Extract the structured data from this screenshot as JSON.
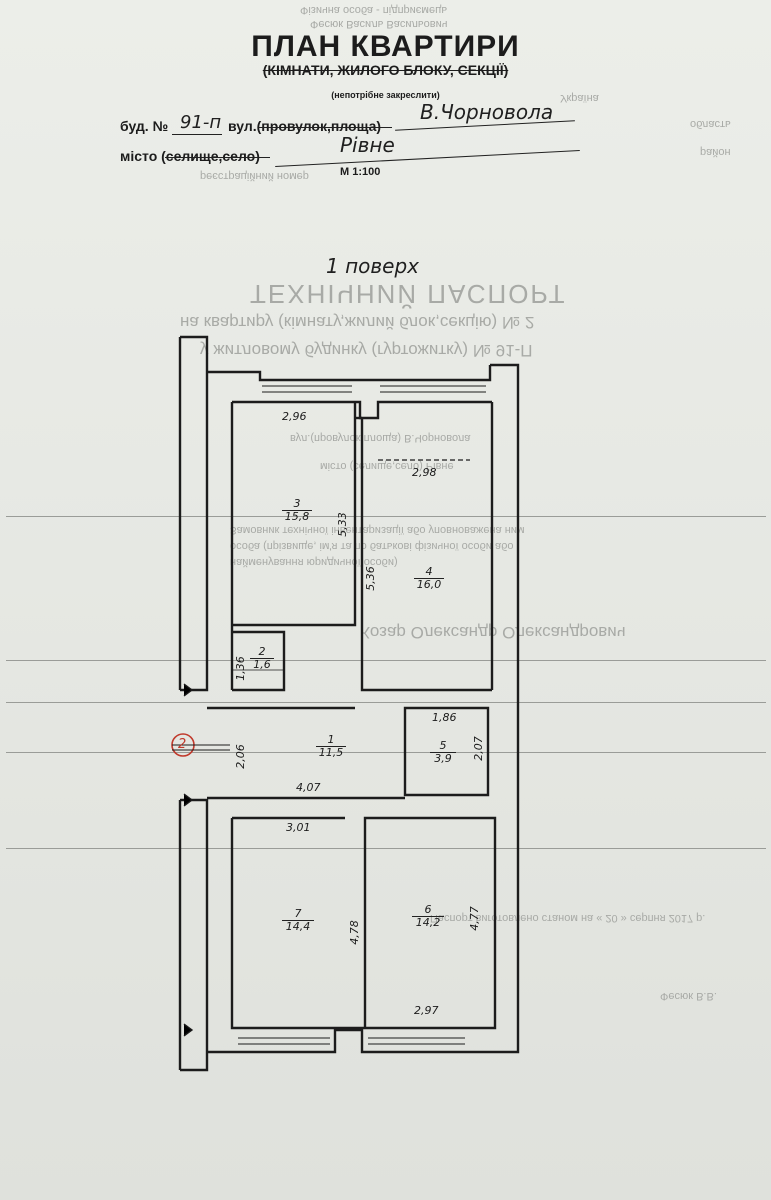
{
  "header": {
    "ghost_top_1": "Фізична особа - підприємець",
    "ghost_top_2": "Фесюк Василь Васильович",
    "title": "ПЛАН КВАРТИРИ",
    "subtitle": "(КІМНАТИ, ЖИЛОГО БЛОКУ, СЕКЦІЇ)",
    "note": "(непотрібне закреслити)",
    "bud_label": "буд. №",
    "bud_value": "91-п",
    "street_label": "вул.(провулок,площа)",
    "street_value": "В.Чорновола",
    "city_label": "місто (селище,село)",
    "city_value": "Рівне",
    "scale": "М 1:100",
    "ghost_right_1": "Україна",
    "ghost_right_2": "область",
    "ghost_right_3": "район",
    "ghost_reg": "реєстраційний номер"
  },
  "floor_label": "1 поверх",
  "ghost_passport": {
    "title": "ТЕХНІЧНИЙ ПАСПОРТ",
    "line1": "на квартиру (кімнату,жилий блок,секцію) № 2",
    "line2": "у житловому будинку (гуртожитку) № 91-П",
    "street": "вул.(провулок,площа)  В.Чорновола",
    "city": "місто (селище,село)  Рівне",
    "customer_1": "Замовник технічної інвентаризації або уповноважена ним",
    "customer_2": "особа (прізвище, ім'я та по батькові фізичної особи або",
    "customer_3": "найменування юридичної особи)",
    "owner": "Козар Олександр Олександрович",
    "date_line": "Паспорт виготовлено станом на  « 20 »  серпня  2017 р.",
    "signer": "Фесюк В.В."
  },
  "rooms": [
    {
      "num": "1",
      "area": "11,5"
    },
    {
      "num": "2",
      "area": "1,6"
    },
    {
      "num": "3",
      "area": "15,8"
    },
    {
      "num": "4",
      "area": "16,0"
    },
    {
      "num": "5",
      "area": "3,9"
    },
    {
      "num": "6",
      "area": "14,2"
    },
    {
      "num": "7",
      "area": "14,4"
    }
  ],
  "dimensions": {
    "d_296": "2,96",
    "d_298": "2,98",
    "d_533": "5,33",
    "d_536": "5,36",
    "d_136": "1,36",
    "d_186": "1,86",
    "d_206": "2,06",
    "d_207": "2,07",
    "d_407": "4,07",
    "d_301": "3,01",
    "d_478": "4,78",
    "d_477": "4,77",
    "d_297": "2,97"
  },
  "entrance_marker": "2",
  "colors": {
    "paper": "#e7e8e3",
    "ink": "#1c1c1c",
    "ghost_ink": "#a8aaa6",
    "marker_red": "#c0392b"
  }
}
